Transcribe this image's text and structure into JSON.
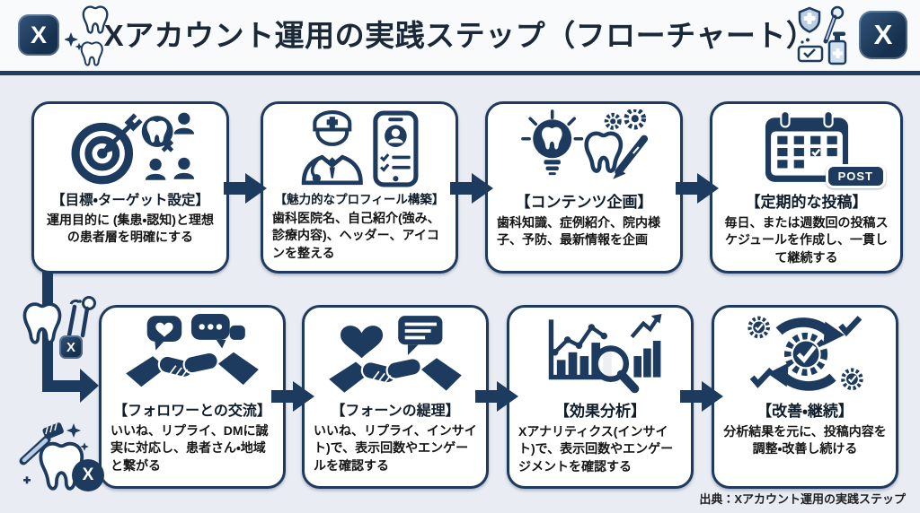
{
  "header": {
    "title": "Xアカウント運用の実践ステップ（フローチャート）",
    "x_logo_glyph": "X"
  },
  "footer": {
    "source": "出典：Xアカウント運用の実践ステップ"
  },
  "colors": {
    "navy": "#1d3a5f",
    "background": "#e9edf3",
    "header_bg": "#f8fafc",
    "box_bg": "#ffffff",
    "light_blue_accent": "#b9cde4",
    "title_text": "#1b2838",
    "body_text": "#151515"
  },
  "steps": [
    {
      "title": "【目標・ターゲット設定】",
      "body": "運用目的に (集患・認知)と理想の患者層を明確にする",
      "icon": "target-audience-icon"
    },
    {
      "title": "【魅力的なプロフィール構築】",
      "body": "歯科医院名、自己紹介(強み、診療内容)、ヘッダー、アイコンを整える",
      "icon": "dentist-profile-phone-icon"
    },
    {
      "title": "【コンテンツ企画】",
      "body": "歯科知識、症例紹介、院内様子、予防、最新情報を企画",
      "icon": "idea-bulb-tooth-pencil-icon"
    },
    {
      "title": "【定期的な投稿】",
      "body": "毎日、または週数回の投稿スケジュールを作成し、一貫して継続する",
      "icon": "calendar-post-icon",
      "badge": "POST"
    },
    {
      "title": "【フォロワーとの交流】",
      "body": "いいね、リプライ、DMに誠実に対応し、患者さん・地域と繋がる",
      "icon": "handshake-bubbles-icon"
    },
    {
      "title": "【フォーンの緹理】",
      "body": "いいね、リプライ、インサイト)で、表示回数やエンゲールを確認する",
      "icon": "heart-bubble-handshake-icon"
    },
    {
      "title": "【効果分析】",
      "body": "Xアナリティクス(インサイト)で、表示回数やエンゲージメントを確認する",
      "icon": "analytics-magnifier-icon"
    },
    {
      "title": "【改善・継続】",
      "body": "分析結果を元に、投稿内容を調整・改善し続ける",
      "icon": "improve-cycle-gear-icon"
    }
  ],
  "icons": {
    "x-logo-icon": "X",
    "tooth-icon": "tooth outline",
    "sparkle-icon": "✦",
    "dental-tools-icon": "probe + mirror",
    "dental-hygiene-icon": "shield / mirror / tray / sanitizer",
    "toothbrush-icon": "toothbrush",
    "flow-arrow-icon": "➡",
    "post-badge": "POST"
  }
}
